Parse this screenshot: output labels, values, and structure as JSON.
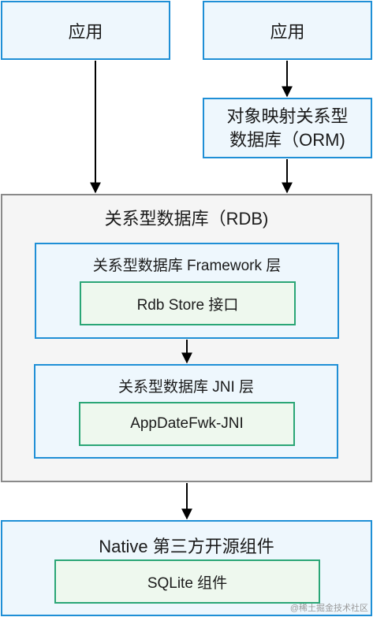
{
  "top": {
    "app_left": "应用",
    "app_right": "应用",
    "orm_line1": "对象映射关系型",
    "orm_line2": "数据库（ORM)"
  },
  "rdb": {
    "title": "关系型数据库（RDB)",
    "framework": {
      "title": "关系型数据库 Framework 层",
      "inner": "Rdb Store 接口"
    },
    "jni": {
      "title": "关系型数据库 JNI 层",
      "inner": "AppDateFwk-JNI"
    }
  },
  "native": {
    "title": "Native 第三方开源组件",
    "inner": "SQLite 组件"
  },
  "watermark": "@稀土掘金技术社区",
  "colors": {
    "blue_border": "#1f8fd6",
    "blue_fill": "#eef7fd",
    "green_border": "#2aa676",
    "gray_border": "#8a8a8a",
    "arrow": "#000000"
  }
}
